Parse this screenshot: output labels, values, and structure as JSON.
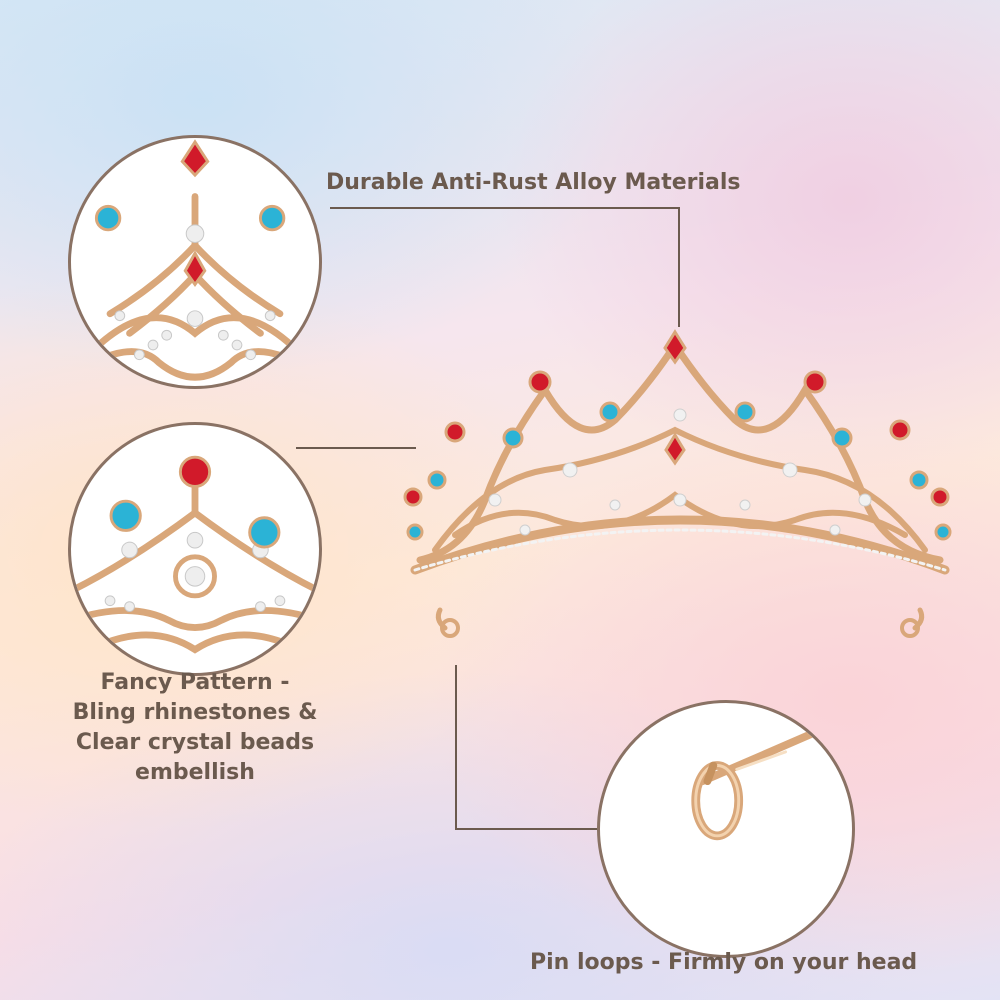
{
  "callouts": {
    "materials": "Durable Anti-Rust Alloy Materials",
    "pattern_lines": [
      "Fancy Pattern -",
      "Bling rhinestones &",
      "Clear crystal beads",
      "embellish"
    ],
    "pin_loops": "Pin loops - Firmly on your head"
  },
  "colors": {
    "text": "#6b5a4e",
    "gold": "#d9a77a",
    "ruby": "#d11a2a",
    "aqua": "#2bb3d6",
    "crystal": "#f4f4f4"
  }
}
